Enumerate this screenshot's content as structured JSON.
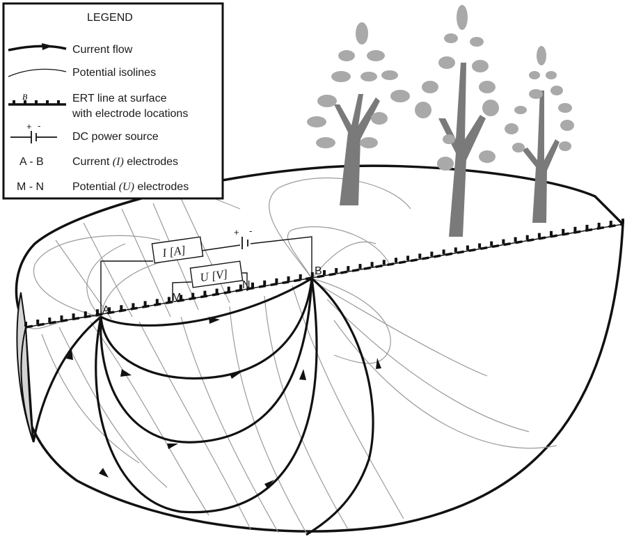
{
  "legend": {
    "title": "LEGEND",
    "items": [
      {
        "key": "current_flow",
        "label": "Current flow"
      },
      {
        "key": "isolines",
        "label": "Potential isolines"
      },
      {
        "key": "ert_line",
        "label": "ERT line at surface",
        "label2": "with electrode locations",
        "sample": "B"
      },
      {
        "key": "dc_source",
        "label": "DC power source",
        "plus": "+",
        "minus": "-"
      },
      {
        "key": "current_electrodes",
        "symbol": "A - B",
        "prefix": "Current ",
        "var": "(I)",
        "suffix": " electrodes"
      },
      {
        "key": "potential_electrodes",
        "symbol": "M - N",
        "prefix": "Potential ",
        "var": "(U)",
        "suffix": " electrodes"
      }
    ]
  },
  "diagram": {
    "electrode_a": "A",
    "electrode_b": "B",
    "electrode_m": "M",
    "electrode_n": "N",
    "ammeter": "I [A]",
    "voltmeter": "U [V]",
    "source_plus": "+",
    "source_minus": "-"
  },
  "colors": {
    "ink": "#111111",
    "isoline": "#9a9a9a",
    "tree": "#7a7a7a",
    "leaf": "#a9a9a9",
    "side_shade": "#d4d4d4"
  }
}
